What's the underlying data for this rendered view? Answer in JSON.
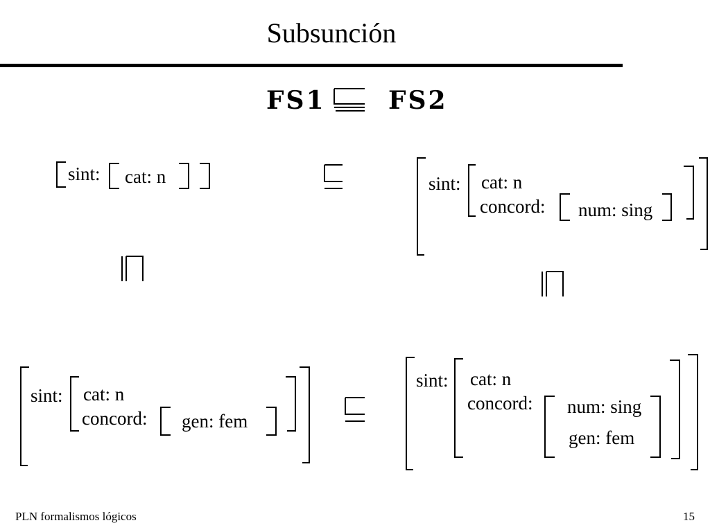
{
  "title": "Subsunción",
  "formula": {
    "left": "FS1",
    "right": "FS2"
  },
  "structures": {
    "top_left": {
      "sint": "sint:",
      "cat": "cat: n"
    },
    "top_right": {
      "sint": "sint:",
      "cat": "cat: n",
      "concord": "concord:",
      "num": "num: sing"
    },
    "bottom_left": {
      "sint": "sint:",
      "cat": "cat: n",
      "concord": "concord:",
      "gen": "gen: fem"
    },
    "bottom_right": {
      "sint": "sint:",
      "cat": "cat: n",
      "concord": "concord:",
      "num": "num: sing",
      "gen": "gen: fem"
    }
  },
  "symbols": {
    "subsumes": "subsumes-symbol",
    "unify": "unification-symbol"
  },
  "footer": {
    "left": "PLN  formalismos lógicos",
    "page": "15"
  }
}
